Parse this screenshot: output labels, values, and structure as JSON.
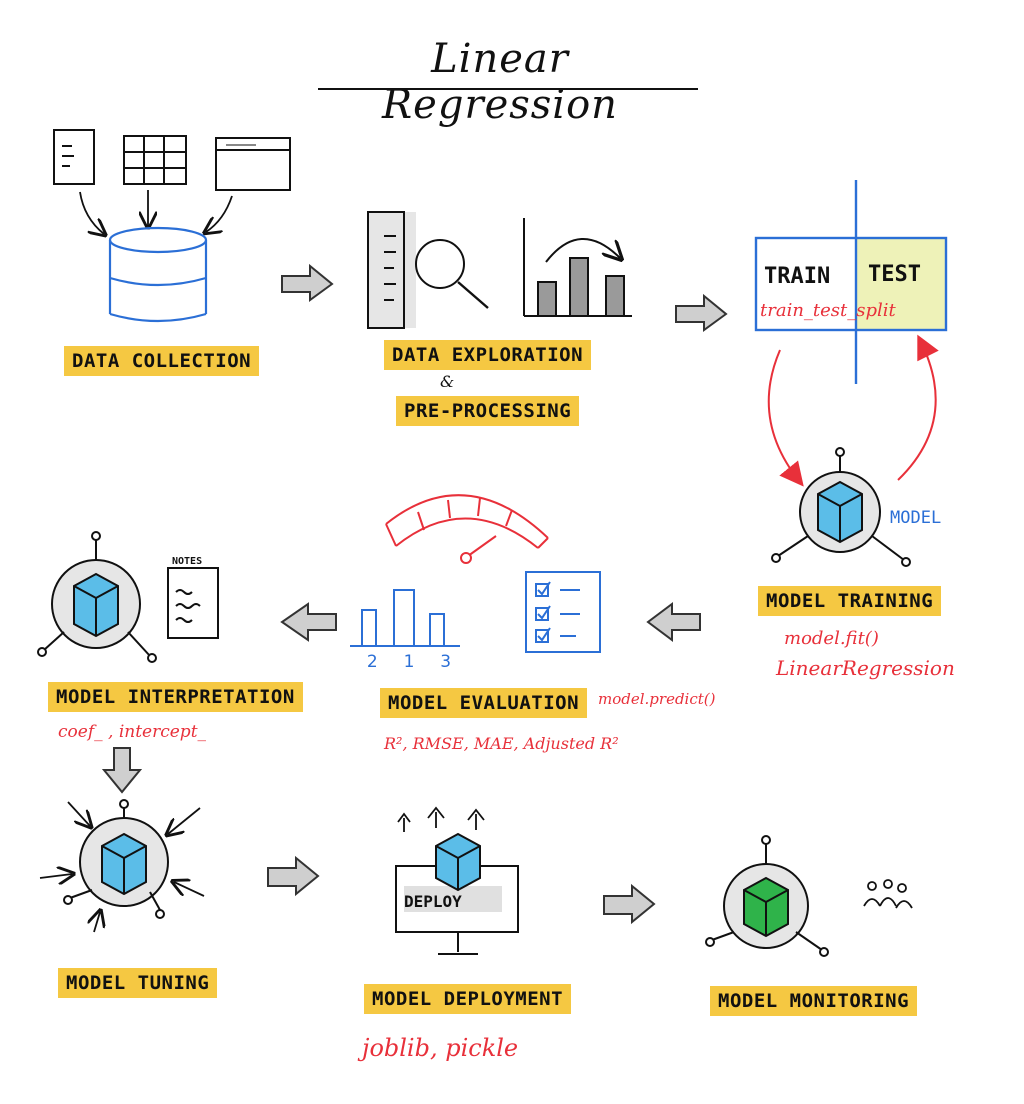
{
  "title": "Linear Regression",
  "steps": {
    "data_collection": "DATA COLLECTION",
    "data_exploration": "DATA EXPLORATION",
    "ampersand": "&",
    "preprocessing": "PRE-PROCESSING",
    "model_training": "MODEL TRAINING",
    "model_evaluation": "MODEL EVALUATION",
    "model_interpretation": "MODEL INTERPRETATION",
    "model_tuning": "MODEL TUNING",
    "model_deployment": "MODEL DEPLOYMENT",
    "model_monitoring": "MODEL MONITORING"
  },
  "split": {
    "train": "TRAIN",
    "test": "TEST",
    "function": "train_test_split"
  },
  "training": {
    "model_label": "MODEL",
    "fit": "model.fit()",
    "class": "LinearRegression"
  },
  "evaluation": {
    "predict": "model.predict()",
    "metrics": "R², RMSE, MAE, Adjusted R²",
    "bar_labels": [
      "2",
      "1",
      "3"
    ]
  },
  "interpretation": {
    "notes_title": "NOTES",
    "attrs": "coef_ , intercept_"
  },
  "deployment": {
    "screen_label": "DEPLOY",
    "tools": "joblib, pickle"
  },
  "colors": {
    "highlight": "#f5c842",
    "red": "#e8303a",
    "blue": "#2b6fd6",
    "cube_blue": "#5bbde8",
    "cube_green": "#2fb34a",
    "test_fill": "#eef2b8"
  }
}
